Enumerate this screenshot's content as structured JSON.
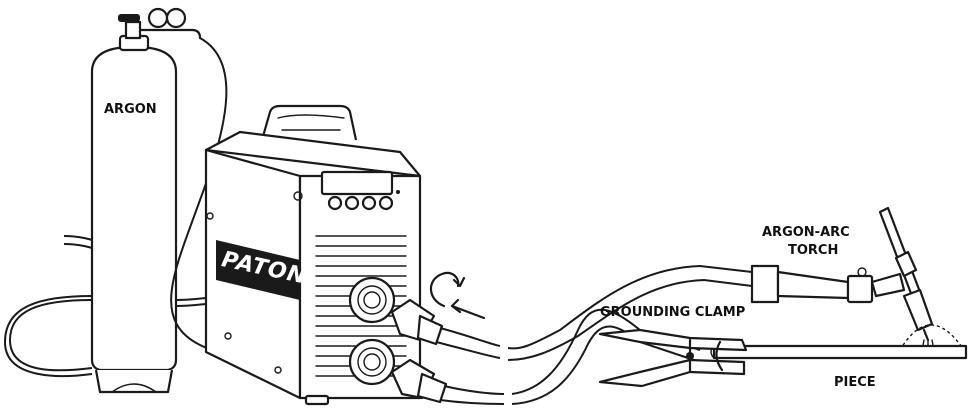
{
  "labels": {
    "argon": "ARGON",
    "brand": "PATON",
    "torch_line1": "ARGON-ARC",
    "torch_line2": "TORCH",
    "grounding_clamp": "GROUNDING CLAMP",
    "piece": "PIECE"
  },
  "colors": {
    "ink": "#1a1a1a",
    "background": "#ffffff"
  }
}
